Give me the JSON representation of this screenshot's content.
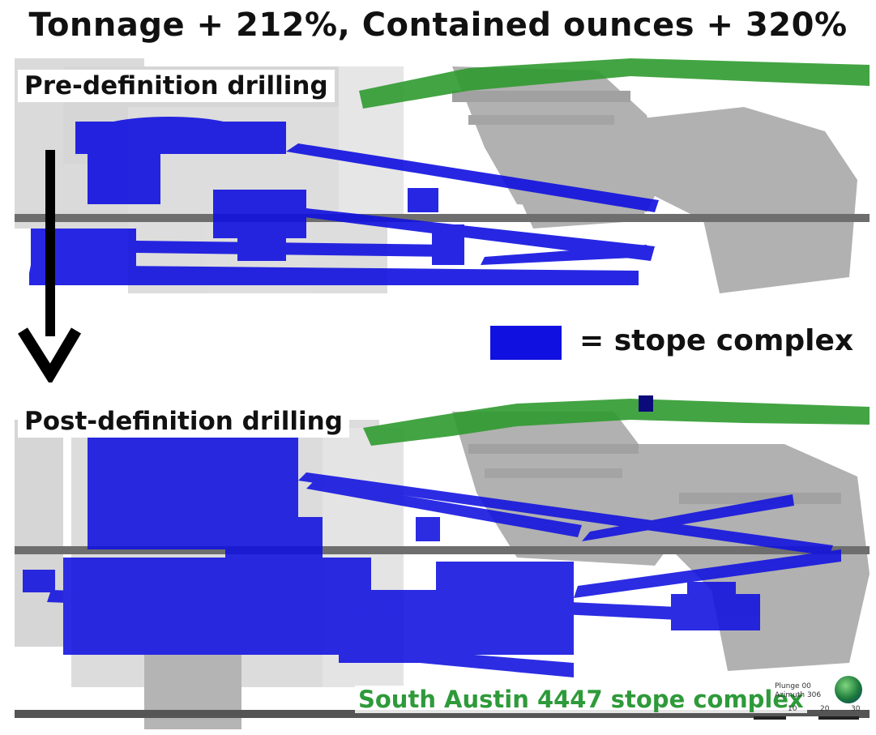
{
  "title": "Tonnage + 212%, Contained ounces + 320%",
  "panels": {
    "pre": {
      "label": "Pre-definition drilling"
    },
    "post": {
      "label": "Post-definition drilling"
    }
  },
  "legend": {
    "text": "= stope complex",
    "swatch_color": "#1010e0"
  },
  "caption": "South Austin 4447 stope complex",
  "orientation": {
    "plunge": "Plunge 00",
    "azimuth": "Azimuth 306"
  },
  "scale": {
    "ticks": [
      "10",
      "20",
      "30"
    ]
  },
  "colors": {
    "stope": "#1010e0",
    "gray_rock": "#b8b8b8",
    "green_vein": "#2f9a2f",
    "caption_green": "#2e9a3a"
  }
}
